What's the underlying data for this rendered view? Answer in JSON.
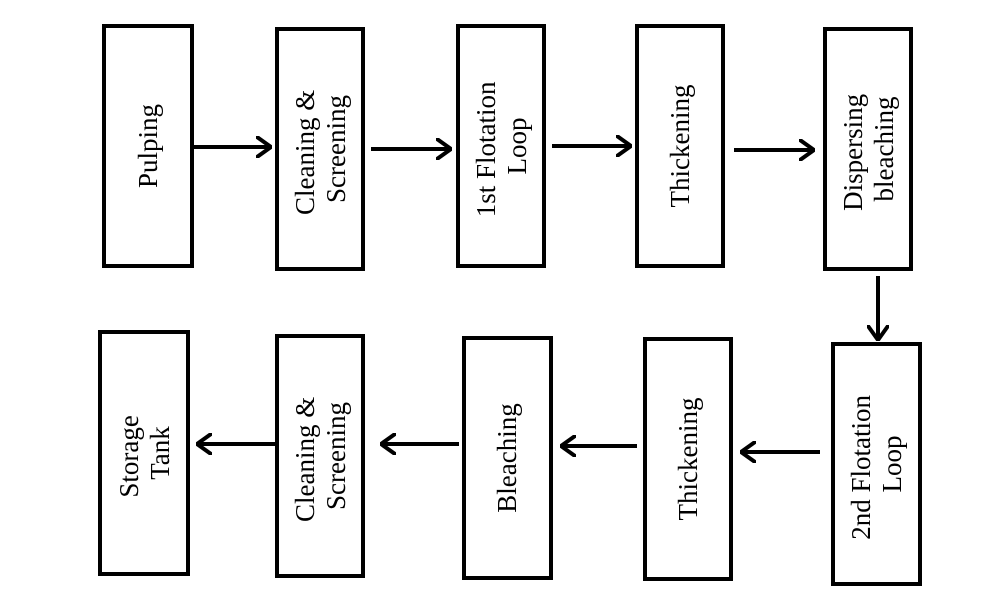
{
  "colors": {
    "background": "#ffffff",
    "stroke": "#000000"
  },
  "flow": {
    "top_row": [
      {
        "lines": [
          "Pulping"
        ]
      },
      {
        "lines": [
          "Cleaning &",
          "Screening"
        ]
      },
      {
        "lines": [
          "1st Flotation",
          "Loop"
        ]
      },
      {
        "lines": [
          "Thickening"
        ]
      },
      {
        "lines": [
          "Dispersing",
          "bleaching"
        ]
      }
    ],
    "bottom_row": [
      {
        "lines": [
          "Storage",
          "Tank"
        ]
      },
      {
        "lines": [
          "Cleaning &",
          "Screening"
        ]
      },
      {
        "lines": [
          "Bleaching"
        ]
      },
      {
        "lines": [
          "Thickening"
        ]
      },
      {
        "lines": [
          "2nd Flotation",
          "Loop"
        ]
      }
    ]
  }
}
